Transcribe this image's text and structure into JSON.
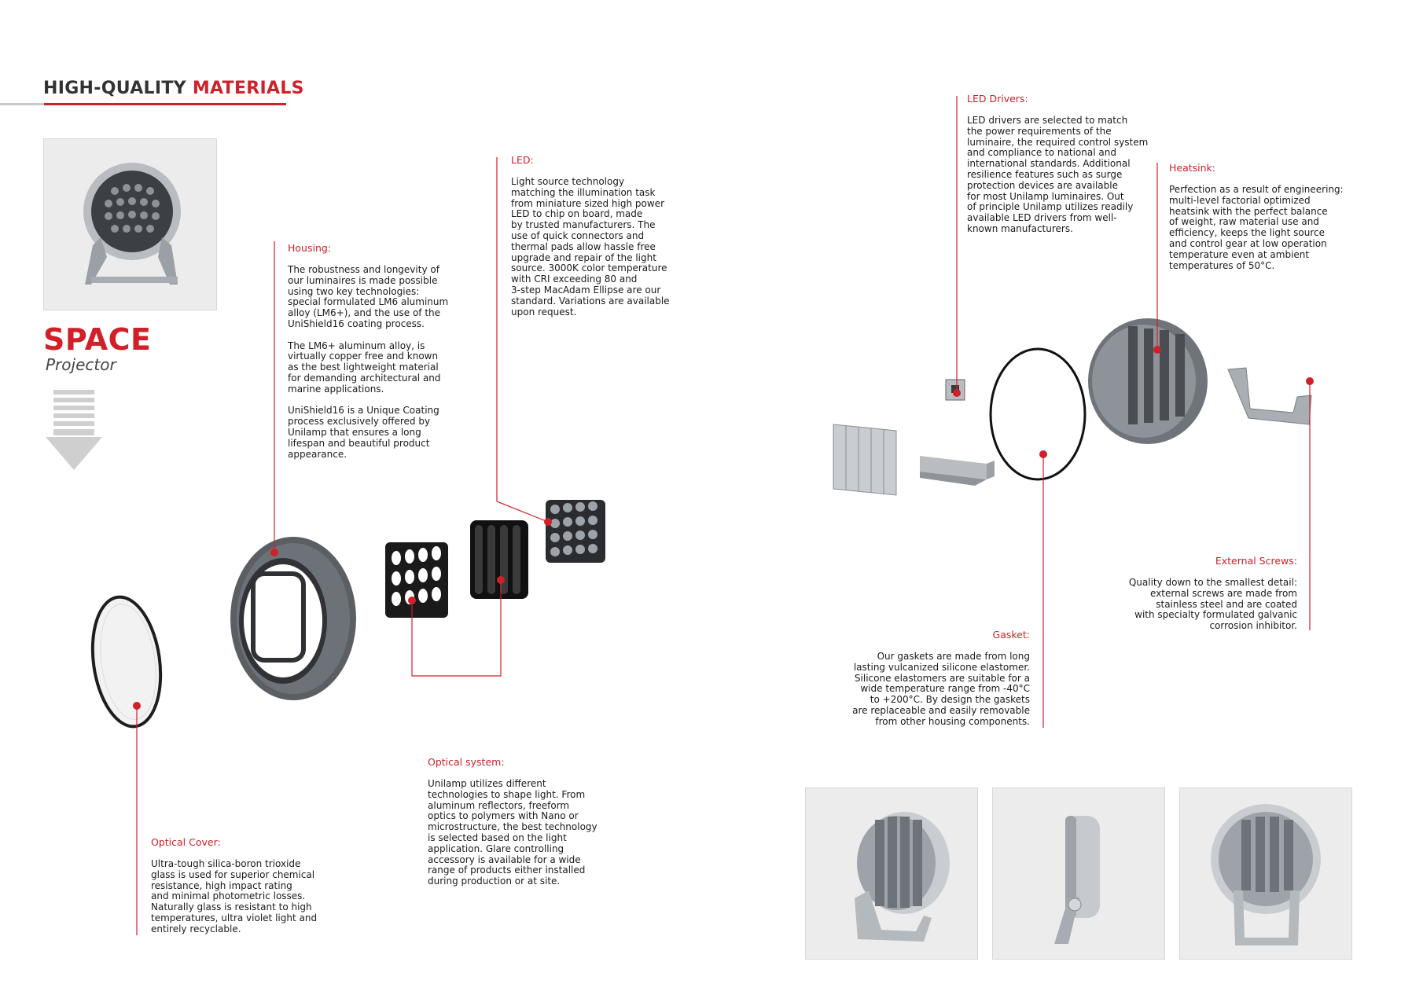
{
  "header": {
    "title_a": "HIGH-QUALITY ",
    "title_b": "MATERIALS"
  },
  "product": {
    "name": "SPACE",
    "type": "Projector"
  },
  "sections": {
    "housing": {
      "title": "Housing:",
      "body": "The robustness and longevity of\nour luminaires is made possible\nusing two key technologies:\nspecial formulated LM6 aluminum\nalloy (LM6+), and the use of the\nUniShield16 coating process.\n\nThe LM6+ aluminum alloy, is\nvirtually copper free and known\nas the best lightweight material\nfor demanding architectural and\nmarine applications.\n\nUniShield16 is a Unique Coating\nprocess exclusively offered by\nUnilamp that ensures a long\nlifespan and beautiful product\nappearance."
    },
    "led": {
      "title": "LED:",
      "body": "Light source technology\nmatching the illumination task\nfrom miniature sized high power\nLED to chip on board, made\nby trusted manufacturers. The\nuse of quick connectors and\nthermal pads allow hassle free\nupgrade and repair of the light\nsource. 3000K color temperature\nwith CRI exceeding 80 and\n3-step MacAdam Ellipse are our\nstandard. Variations are available\nupon request."
    },
    "led_drivers": {
      "title": "LED Drivers:",
      "body": "LED drivers are selected to match\nthe power requirements of the\nluminaire, the required control system\nand compliance to national and\ninternational standards. Additional\nresilience features such as surge\nprotection devices are available\nfor most Unilamp luminaires. Out\nof principle Unilamp utilizes readily\navailable LED drivers from well-\nknown manufacturers."
    },
    "heatsink": {
      "title": "Heatsink:",
      "body": "Perfection as a result of engineering:\nmulti-level factorial optimized\nheatsink with the perfect balance\nof weight, raw material use and\nefficiency, keeps the light source\nand control gear at low operation\ntemperature even at ambient\ntemperatures of 50°C."
    },
    "external_screws": {
      "title": "External Screws:",
      "body": "Quality down to the smallest detail:\nexternal screws are made from\nstainless steel and are coated\nwith specialty formulated galvanic\ncorrosion inhibitor."
    },
    "gasket": {
      "title": "Gasket:",
      "body": "Our gaskets are made from long\nlasting vulcanized silicone elastomer.\nSilicone elastomers are suitable for a\nwide temperature range from -40°C\nto +200°C. By design the gaskets\nare replaceable and easily removable\nfrom other housing components."
    },
    "optical_system": {
      "title": "Optical system:",
      "body": "Unilamp utilizes different\ntechnologies to shape light. From\naluminum reflectors, freeform\noptics to polymers with Nano or\nmicrostructure, the best technology\nis selected based on the light\napplication. Glare controlling\naccessory is available for a wide\nrange of products either installed\nduring production or at site."
    },
    "optical_cover": {
      "title": "Optical Cover:",
      "body": "Ultra-tough silica-boron trioxide\nglass is used for superior chemical\nresistance, high impact rating\nand minimal photometric losses.\nNaturally glass is resistant to high\ntemperatures, ultra violet light and\nentirely recyclable."
    }
  },
  "colors": {
    "accent": "#d0202a",
    "metal": "#8a8f95",
    "dark_metal": "#4a4d52",
    "thumb_bg": "#ececec"
  }
}
